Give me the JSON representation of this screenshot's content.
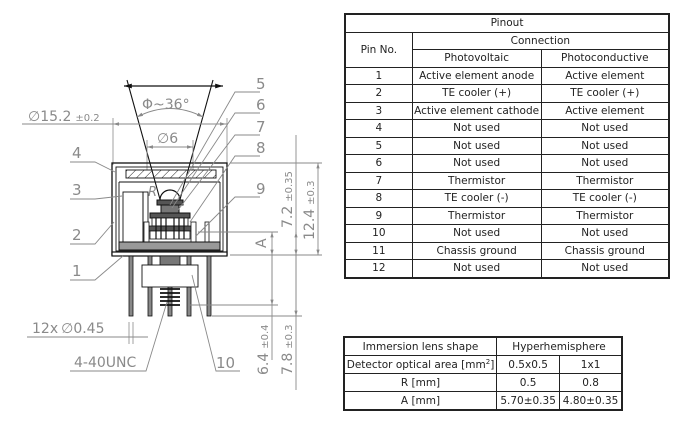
{
  "drawing": {
    "angle_label": "Φ~36°",
    "outer_diameter": {
      "symbol": "∅",
      "value": "15.2",
      "tolerance": "±0.2"
    },
    "window_diameter": {
      "symbol": "∅",
      "value": "6"
    },
    "radius_label": "R",
    "dimension_a_label": "A",
    "height_dims": [
      {
        "value": "7.2",
        "tolerance": "±0.35"
      },
      {
        "value": "12.4",
        "tolerance": "±0.3"
      },
      {
        "value": "6.4",
        "tolerance": "±0.4"
      },
      {
        "value": "7.8",
        "tolerance": "±0.3"
      }
    ],
    "pin_spec": {
      "count": "12x",
      "symbol": "∅",
      "value": "0.45"
    },
    "thread_label": "4-40UNC",
    "callouts": [
      "1",
      "2",
      "3",
      "4",
      "5",
      "6",
      "7",
      "8",
      "9",
      "10"
    ]
  },
  "pinout": {
    "title": "Pinout",
    "pin_header": "Pin No.",
    "connection_header": "Connection",
    "columns": [
      "Photovoltaic",
      "Photoconductive"
    ],
    "rows": [
      {
        "pin": "1",
        "pv": "Active element anode",
        "pc": "Active element"
      },
      {
        "pin": "2",
        "pv": "TE cooler (+)",
        "pc": "TE cooler (+)"
      },
      {
        "pin": "3",
        "pv": "Active element cathode",
        "pc": "Active element"
      },
      {
        "pin": "4",
        "pv": "Not used",
        "pc": "Not used"
      },
      {
        "pin": "5",
        "pv": "Not used",
        "pc": "Not used"
      },
      {
        "pin": "6",
        "pv": "Not used",
        "pc": "Not used"
      },
      {
        "pin": "7",
        "pv": "Thermistor",
        "pc": "Thermistor"
      },
      {
        "pin": "8",
        "pv": "TE cooler (-)",
        "pc": "TE cooler (-)"
      },
      {
        "pin": "9",
        "pv": "Thermistor",
        "pc": "Thermistor"
      },
      {
        "pin": "10",
        "pv": "Not used",
        "pc": "Not used"
      },
      {
        "pin": "11",
        "pv": "Chassis ground",
        "pc": "Chassis ground"
      },
      {
        "pin": "12",
        "pv": "Not used",
        "pc": "Not used"
      }
    ]
  },
  "lens": {
    "shape_label": "Immersion lens shape",
    "shape_value": "Hyperhemisphere",
    "area_label": "Detector optical area [mm",
    "area_sup": "2",
    "area_label_end": "]",
    "area_values": [
      "0.5x0.5",
      "1x1"
    ],
    "r_label": "R [mm]",
    "r_values": [
      "0.5",
      "0.8"
    ],
    "a_label": "A [mm]",
    "a_values": [
      "5.70±0.35",
      "4.80±0.35"
    ]
  }
}
